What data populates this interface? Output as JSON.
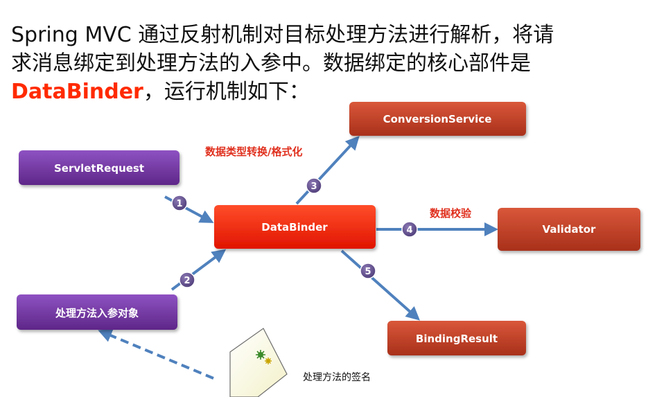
{
  "heading": {
    "line1": "Spring MVC 通过反射机制对目标处理方法进行解析，将请",
    "line2": "求消息绑定到处理方法的入参中。数据绑定的核心部件是",
    "line3_highlight": "DataBinder",
    "line3_rest": "，运行机制如下："
  },
  "nodes": {
    "servlet_request": "ServletRequest",
    "method_args": "处理方法入参对象",
    "data_binder": "DataBinder",
    "conversion_service": "ConversionService",
    "validator": "Validator",
    "binding_result": "BindingResult"
  },
  "steps": [
    "1",
    "2",
    "3",
    "4",
    "5"
  ],
  "annotations": {
    "conversion": "数据类型转换/格式化",
    "validation": "数据校验"
  },
  "caption": "处理方法的签名",
  "colors": {
    "purple": "#6f2f9f",
    "red_main": "#ff2a00",
    "red_dark": "#b83a22",
    "arrow_blue": "#4f81bd",
    "step_purple": "#5b4a86",
    "highlight": "#ff2a00"
  }
}
